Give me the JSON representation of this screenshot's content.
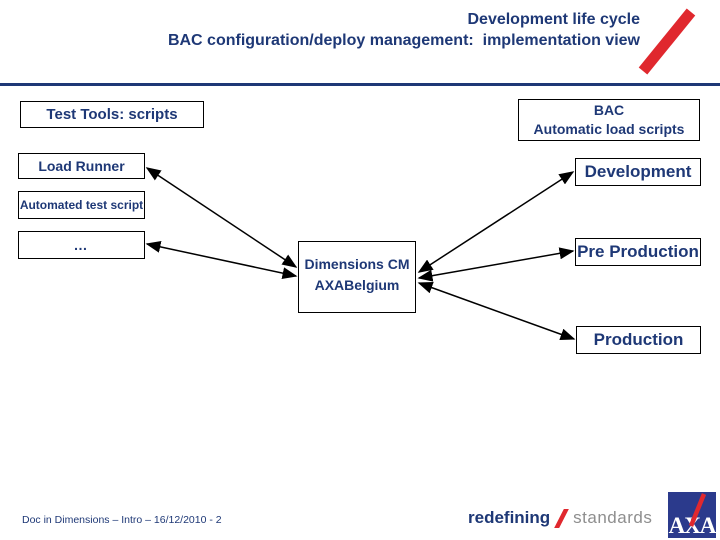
{
  "header": {
    "title_line1": "Development life cycle",
    "title_line2": "BAC configuration/deploy management:  implementation view"
  },
  "diagram": {
    "test_tools": {
      "label": "Test Tools: scripts"
    },
    "bac": {
      "line1": "BAC",
      "line2": "Automatic load scripts"
    },
    "load_runner": {
      "label": "Load Runner"
    },
    "automated_test_script": {
      "label": "Automated test script"
    },
    "ellipsis": {
      "label": "…"
    },
    "dimensions": {
      "line1": "Dimensions CM",
      "line2": "AXABelgium"
    },
    "development": {
      "label": "Development"
    },
    "pre_production": {
      "label": "Pre Production"
    },
    "production": {
      "label": "Production"
    },
    "connections": [
      "Load Runner <-> Dimensions CM AXABelgium",
      "… <-> Dimensions CM AXABelgium",
      "Dimensions CM AXABelgium <-> Development",
      "Dimensions CM AXABelgium <-> Pre Production",
      "Dimensions CM AXABelgium <-> Production"
    ]
  },
  "footer": {
    "doc_info": "Doc in Dimensions – Intro – 16/12/2010 - 2",
    "brand": {
      "redefining": "redefining",
      "standards": "standards"
    },
    "axa_logo": "AXA"
  },
  "colors": {
    "navy_text": "#1e3876",
    "axa_red": "#e0282e",
    "box_border": "#000000",
    "standards_gray": "#8e8e8e",
    "axa_logo_blue": "#2b3a8c"
  }
}
